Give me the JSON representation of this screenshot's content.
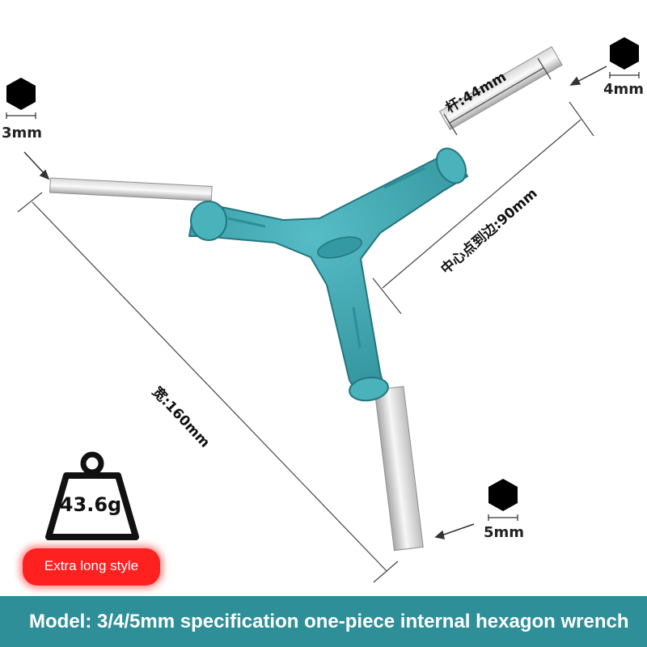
{
  "labels": {
    "size_3mm": "3mm",
    "size_4mm": "4mm",
    "size_5mm": "5mm",
    "rod_length": "杆:44mm",
    "center_to_edge": "中心点到边:90mm",
    "width": "宽:160mm"
  },
  "weight": "43.6g",
  "badge": "Extra long style",
  "footer": "Model: 3/4/5mm specification one-piece internal hexagon wrench",
  "colors": {
    "handle": "#3aa6b0",
    "footer": "#2f8f99",
    "badge": "#ff2020"
  }
}
